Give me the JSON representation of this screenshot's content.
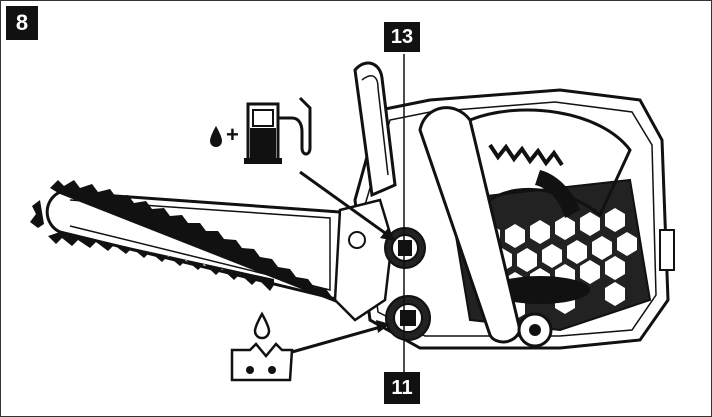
{
  "figure": {
    "number": "8"
  },
  "callouts": [
    {
      "id": "fuel-cap",
      "label": "13"
    },
    {
      "id": "oil-cap",
      "label": "11"
    }
  ],
  "icons": {
    "fuel": "fuel-pump-icon",
    "oil": "chain-oil-icon"
  }
}
